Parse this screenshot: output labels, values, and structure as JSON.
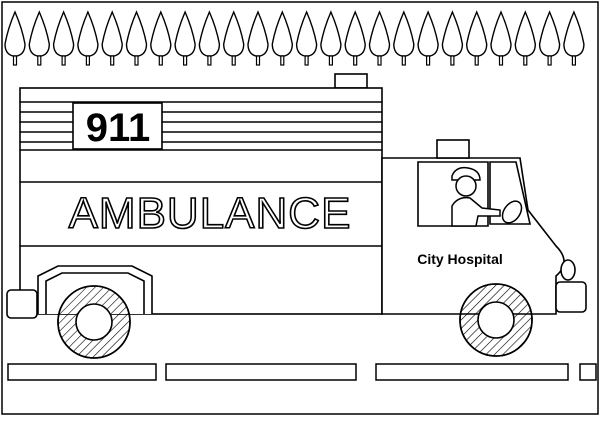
{
  "scene": {
    "colors": {
      "line": "#000000",
      "fill": "#ffffff"
    },
    "icons": [
      "pine-tree-icon",
      "ambulance-icon",
      "driver-icon",
      "wheel-icon"
    ],
    "ambulance": {
      "number_label": "911",
      "side_label": "AMBULANCE",
      "cab_label": "City Hospital"
    }
  }
}
